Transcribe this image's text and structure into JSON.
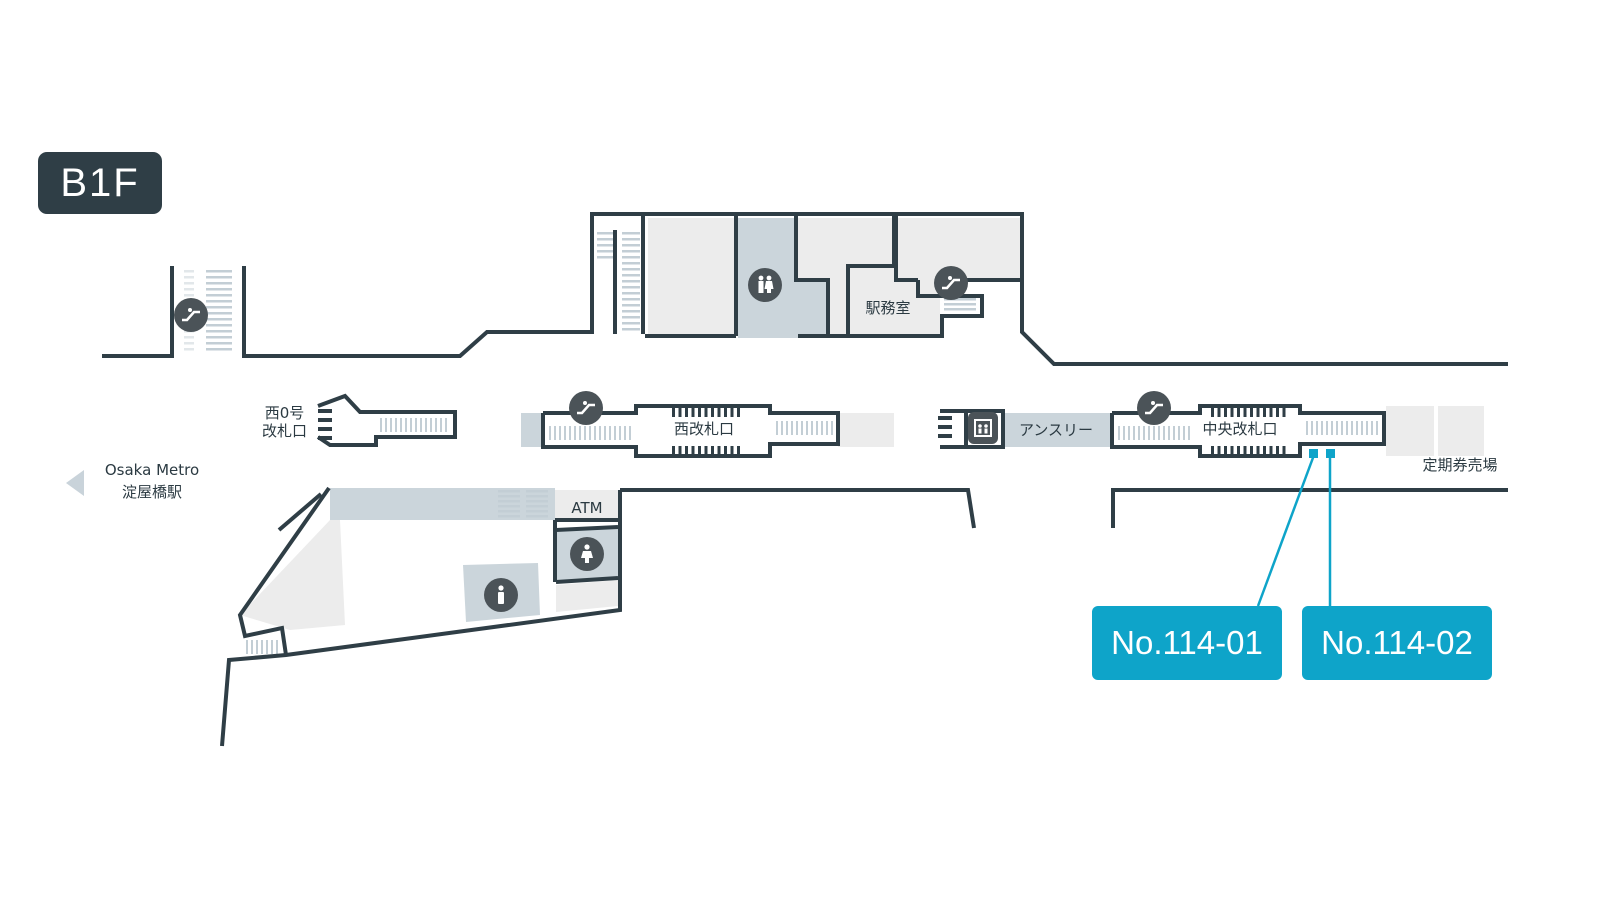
{
  "floor": {
    "label": "B1F"
  },
  "labels": {
    "station_office": "駅務室",
    "west_gate_0": "西0号\n改札口",
    "west_gate": "西改札口",
    "central_gate": "中央改札口",
    "shop": "アンスリー",
    "atm": "ATM",
    "pass_office": "定期券売場",
    "metro_line1": "Osaka Metro",
    "metro_line2": "淀屋橋駅"
  },
  "callouts": [
    {
      "id": "No.114-01"
    },
    {
      "id": "No.114-02"
    }
  ],
  "icons": {
    "escalator": "escalator-icon",
    "elevator": "elevator-icon",
    "restroom": "restroom-icon",
    "womens_restroom": "womens-restroom-icon",
    "multipurpose_restroom": "person-icon",
    "direction": "left-arrow-icon"
  },
  "colors": {
    "wall": "#2f3e46",
    "facility_fill": "#cbd5db",
    "room_fill": "#ececec",
    "accent": "#0ea4c9"
  }
}
